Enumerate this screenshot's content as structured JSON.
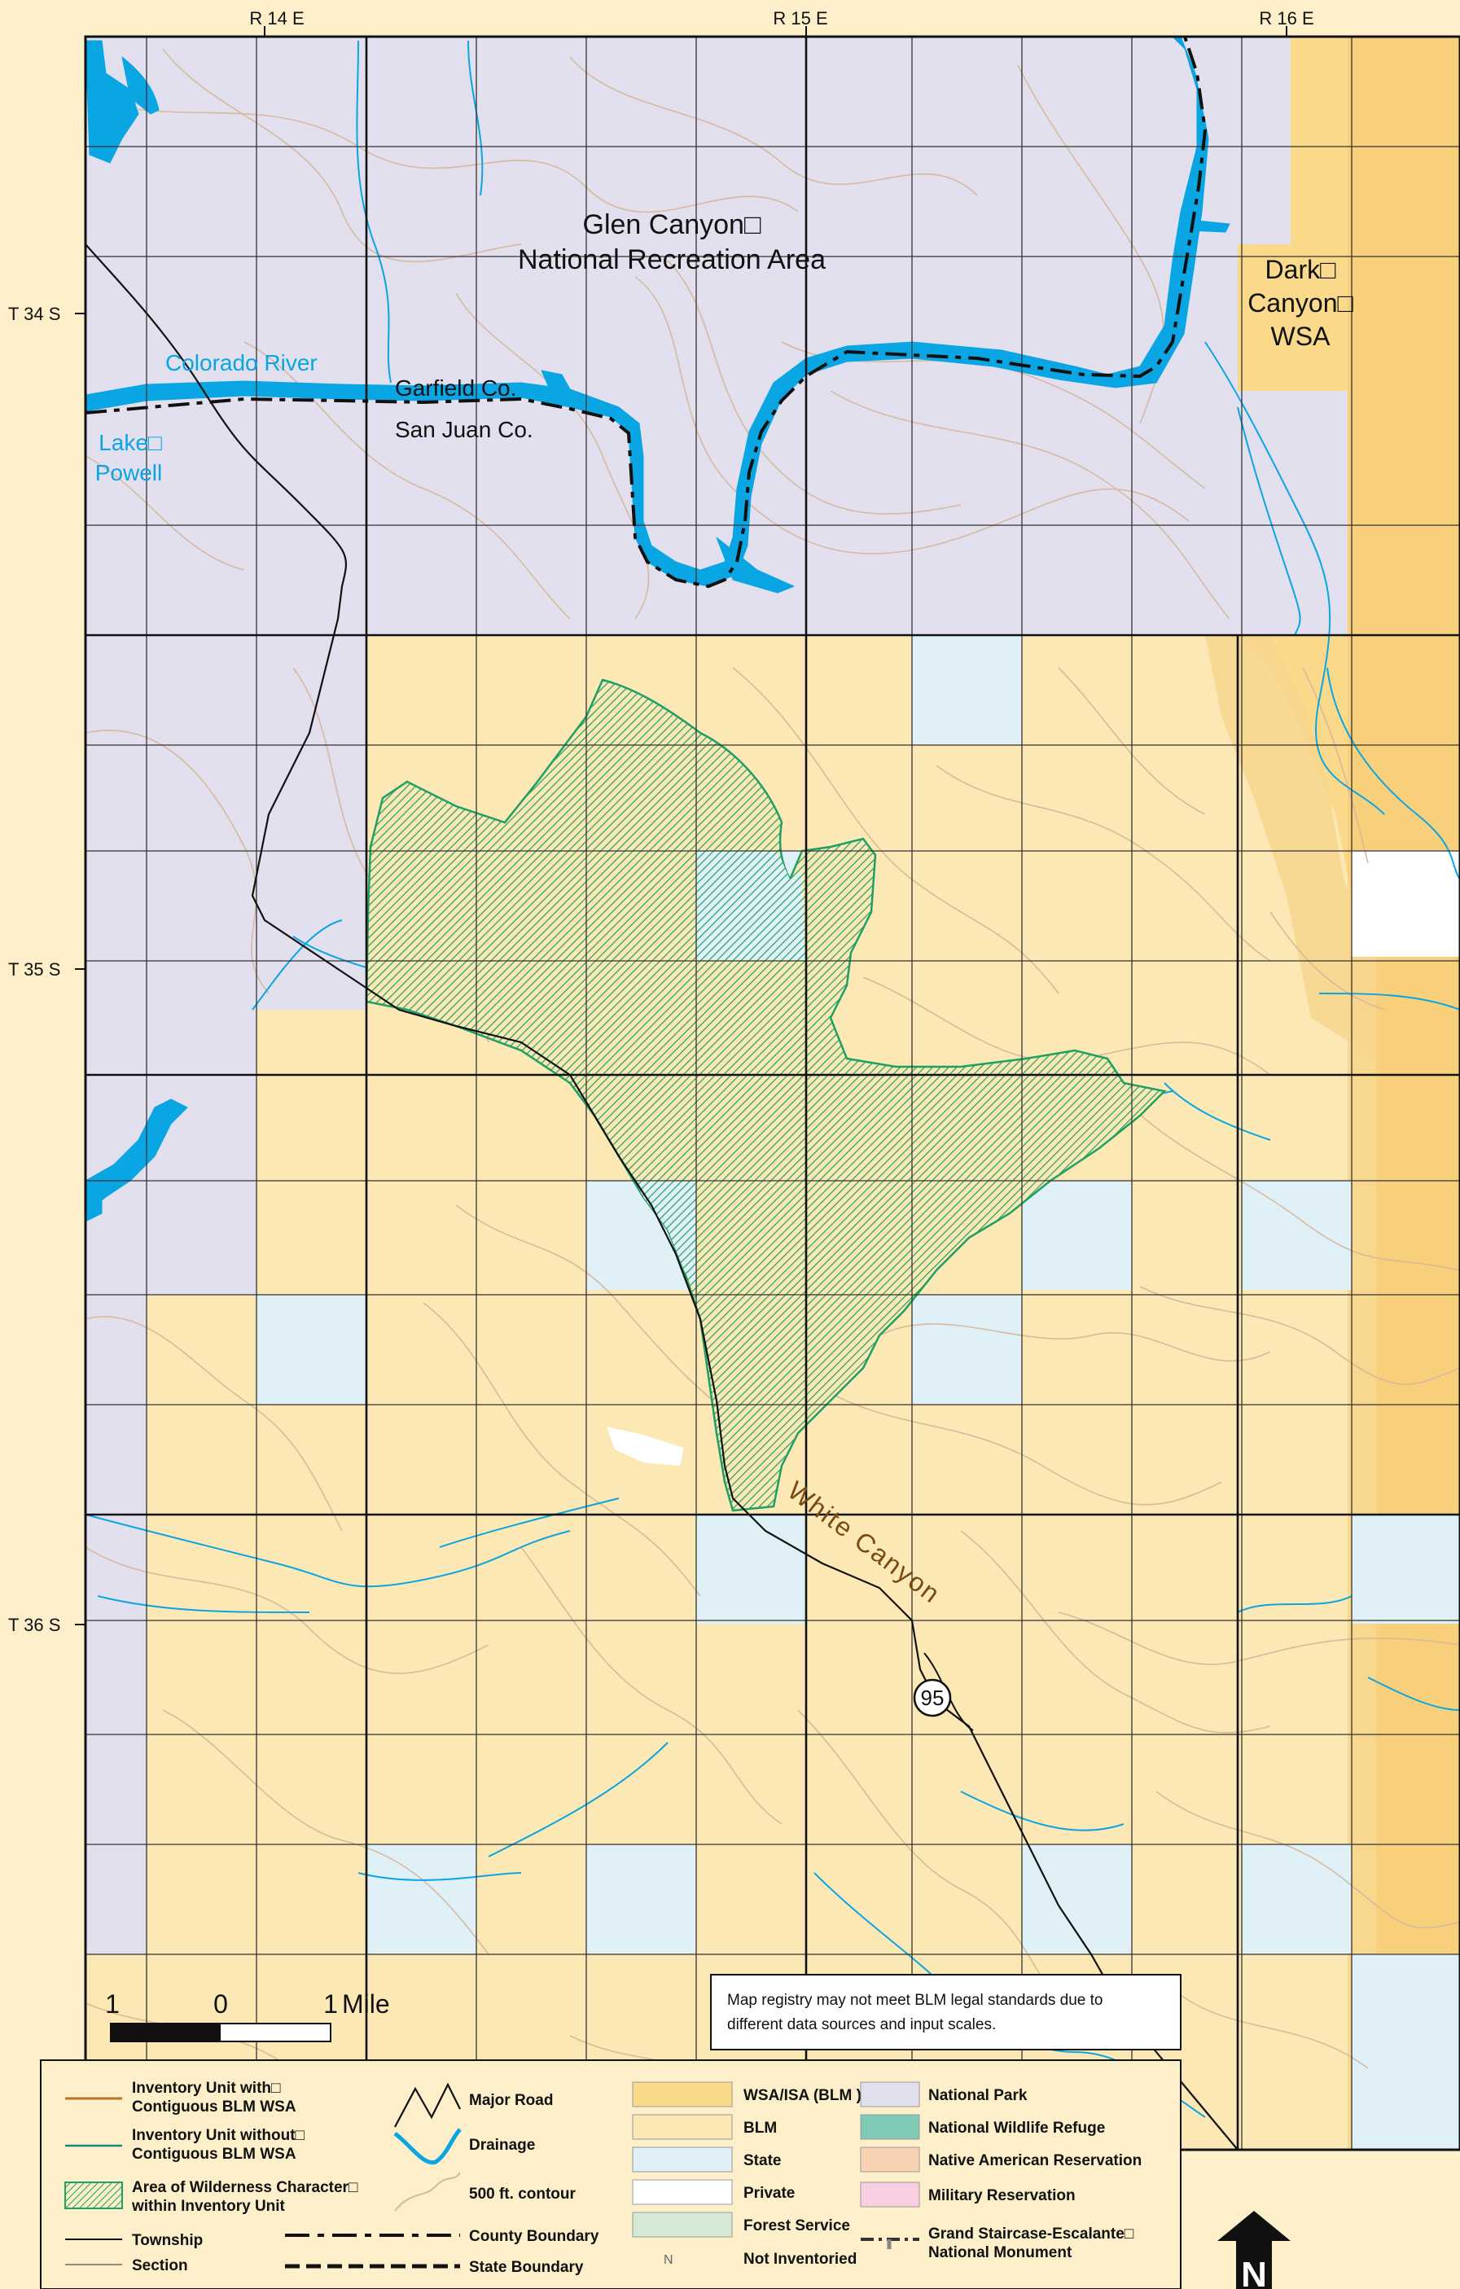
{
  "colors": {
    "blm": "#fbe8b4",
    "national_park": "#e2e0ee",
    "state": "#dff0f7",
    "private": "#ffffff",
    "wsa": "#fbd98a",
    "water": "#0aa5e3",
    "contour": "#d6b79c",
    "wilderness": "#1e9f64",
    "inventory_green": "#138a8a",
    "forest": "#d4ead5",
    "refuge": "#7fcbb6",
    "native": "#f8d2b3",
    "military": "#f8cfe0",
    "bg_legend": "#fcefc9"
  },
  "map": {
    "ranges": [
      "R 14 E",
      "R 15 E",
      "R 16 E"
    ],
    "townships": [
      "T 34 S",
      "T 35 S",
      "T 36 S"
    ],
    "labels": {
      "glen_line1": "Glen Canyon□",
      "glen_line2": "National Recreation Area",
      "dark_line1": "Dark□",
      "dark_line2": "Canyon□",
      "dark_line3": "WSA",
      "colorado_river": "Colorado River",
      "lake_line1": "Lake□",
      "lake_line2": "Powell",
      "garfield": "Garfield Co.",
      "san_juan": "San Juan Co.",
      "white_canyon": "White Canyon",
      "highway": "95"
    }
  },
  "scale": {
    "left": "1",
    "mid": "0",
    "right": "1",
    "unit": "Mile"
  },
  "notice": {
    "line1": "Map registry may not meet BLM legal standards due to",
    "line2": "different data sources and input scales."
  },
  "legend": {
    "col1": [
      {
        "line1": "Inventory Unit with□",
        "line2": "Contiguous BLM WSA"
      },
      {
        "line1": "Inventory Unit without□",
        "line2": "Contiguous BLM WSA"
      },
      {
        "line1": "Area of Wilderness Character□",
        "line2": "within Inventory Unit"
      },
      {
        "line1": "Township",
        "line2": ""
      },
      {
        "line1": "Section",
        "line2": ""
      }
    ],
    "col2": [
      "Major Road",
      "Drainage",
      "500 ft. contour",
      "County Boundary",
      "State Boundary"
    ],
    "col3": [
      "WSA/ISA (BLM )",
      "BLM",
      "State",
      "Private",
      "Forest Service",
      "Not Inventoried"
    ],
    "col3_symbol": "N",
    "col4": [
      "National Park",
      "National Wildlife Refuge",
      "Native American Reservation",
      "Military Reservation"
    ],
    "col4_last_line1": "Grand Staircase-Escalante□",
    "col4_last_line2": "National Monument",
    "north": "N"
  }
}
